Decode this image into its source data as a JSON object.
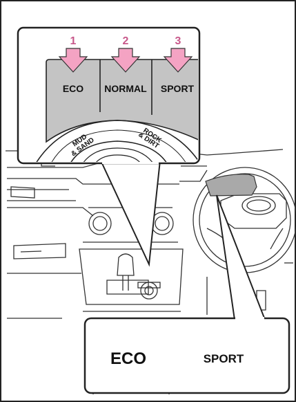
{
  "mode_buttons": [
    {
      "number": "1",
      "label": "ECO"
    },
    {
      "number": "2",
      "label": "NORMAL"
    },
    {
      "number": "3",
      "label": "SPORT"
    }
  ],
  "dial_labels": {
    "left_line1": "MUD",
    "left_line2": "& SAND",
    "right_line1": "ROCK",
    "right_line2": "& DIRT"
  },
  "cluster_display": {
    "eco": "ECO",
    "sport": "SPORT"
  },
  "colors": {
    "number_pink": "#c8588a",
    "arrow_pink": "#f4a3c3",
    "button_gray": "#c4c4c4",
    "panel_gray": "#c8c8c8"
  }
}
